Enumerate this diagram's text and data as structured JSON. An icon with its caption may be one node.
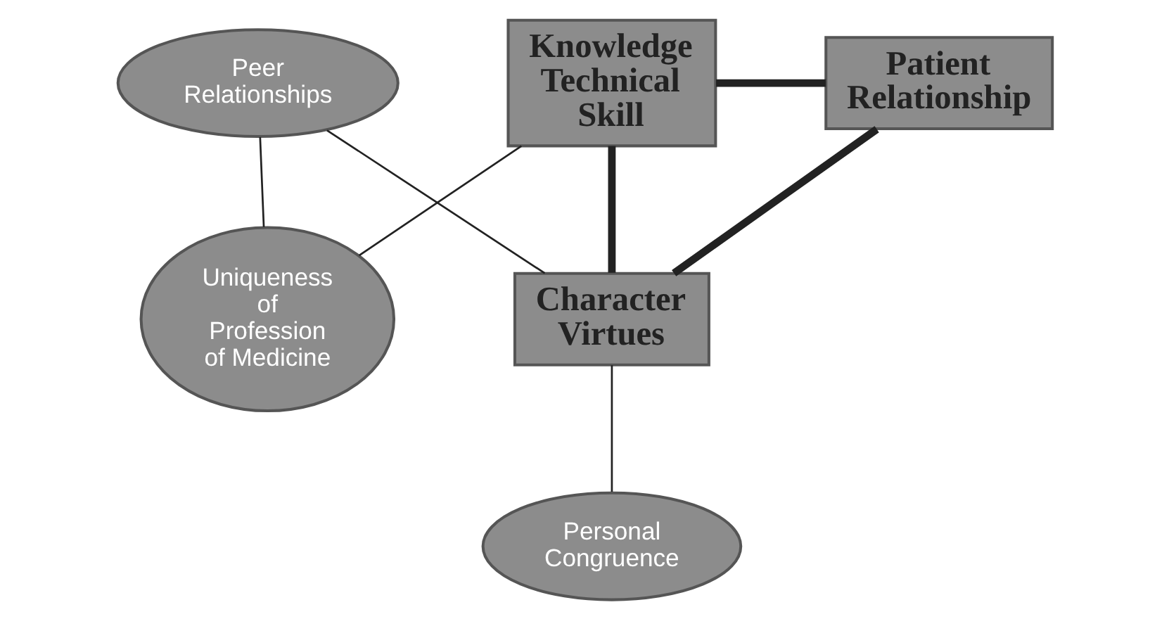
{
  "diagram": {
    "nodes": [
      {
        "text": [
          "Knowledge Technical Skill"
        ]
      },
      {
        "text": [
          "Patient Relationship"
        ]
      },
      {
        "text": [
          "Peer Relationships"
        ]
      },
      {
        "text": [
          "Uniqueness of Profession of Medicine"
        ]
      },
      {
        "text": [
          "Character Virtues"
        ]
      },
      {
        "text": [
          "Personal Congruence"
        ]
      }
    ],
    "edges": [
      {
        "from": 0,
        "to": 1,
        "arrow": "none",
        "style": "thick"
      },
      {
        "from": 0,
        "to": 4,
        "arrow": "none",
        "style": "thick"
      },
      {
        "from": 1,
        "to": 4,
        "arrow": "none",
        "style": "thick"
      },
      {
        "from": 0,
        "to": 3,
        "arrow": "none"
      },
      {
        "from": 2,
        "to": 3,
        "arrow": "none"
      },
      {
        "from": 2,
        "to": 4,
        "arrow": "none"
      },
      {
        "from": 4,
        "to": 5,
        "arrow": "none"
      }
    ]
  }
}
